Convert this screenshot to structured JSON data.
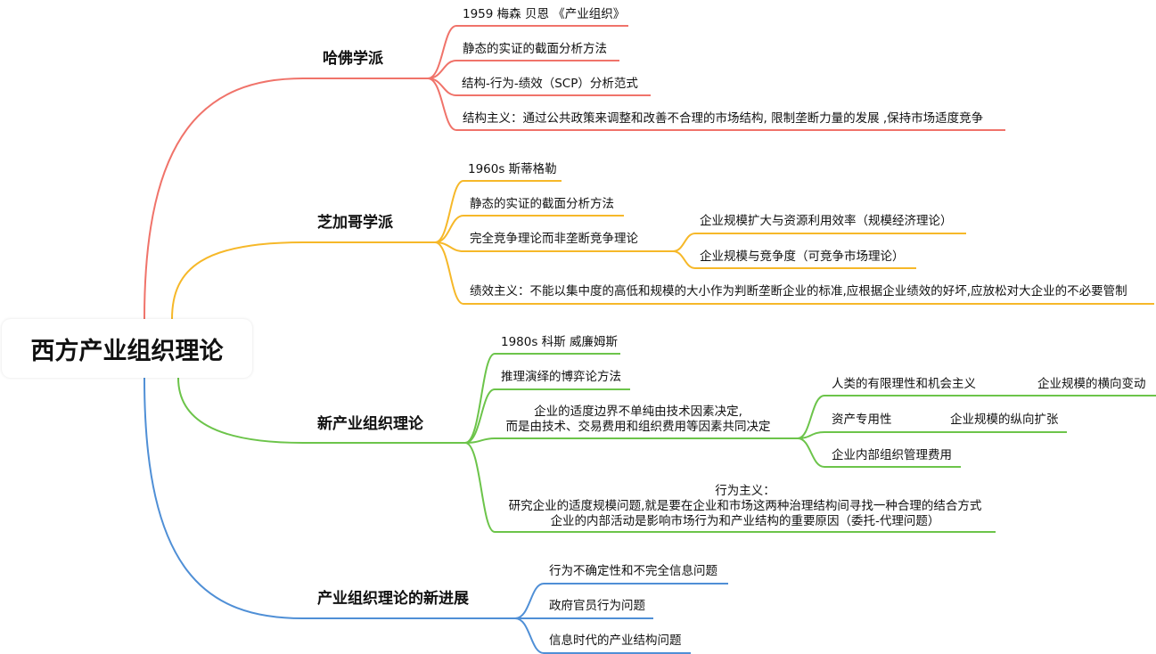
{
  "root": "西方产业组织理论",
  "colors": {
    "harvard": "#f0736a",
    "chicago": "#f6b829",
    "new": "#6cc44a",
    "progress": "#4f8fd6"
  },
  "branches": {
    "harvard": {
      "title": "哈佛学派",
      "items": [
        "1959 梅森 贝恩 《产业组织》",
        "静态的实证的截面分析方法",
        "结构-行为-绩效（SCP）分析范式",
        "结构主义：通过公共政策来调整和改善不合理的市场结构, 限制垄断力量的发展 ,保持市场适度竞争"
      ]
    },
    "chicago": {
      "title": "芝加哥学派",
      "items": [
        "1960s 斯蒂格勒",
        "静态的实证的截面分析方法",
        "完全竞争理论而非垄断竞争理论",
        "绩效主义：不能以集中度的高低和规模的大小作为判断垄断企业的标准,应根据企业绩效的好坏,应放松对大企业的不必要管制"
      ],
      "sub": [
        "企业规模扩大与资源利用效率（规模经济理论）",
        "企业规模与竞争度（可竞争市场理论）"
      ]
    },
    "new": {
      "title": "新产业组织理论",
      "items": [
        "1980s 科斯 威廉姆斯",
        "推理演绎的博弈论方法"
      ],
      "boundary": [
        "企业的适度边界不单纯由技术因素决定,",
        "而是由技术、交易费用和组织费用等因素共同决定"
      ],
      "sub": [
        "人类的有限理性和机会主义",
        "资产专用性",
        "企业内部组织管理费用"
      ],
      "subsub": [
        "企业规模的横向变动",
        "企业规模的纵向扩张"
      ],
      "behavior": [
        "行为主义：",
        "研究企业的适度规模问题,就是要在企业和市场这两种治理结构间寻找一种合理的结合方式",
        "企业的内部活动是影响市场行为和产业结构的重要原因（委托-代理问题）"
      ]
    },
    "progress": {
      "title": "产业组织理论的新进展",
      "items": [
        "行为不确定性和不完全信息问题",
        "政府官员行为问题",
        "信息时代的产业结构问题"
      ]
    }
  }
}
